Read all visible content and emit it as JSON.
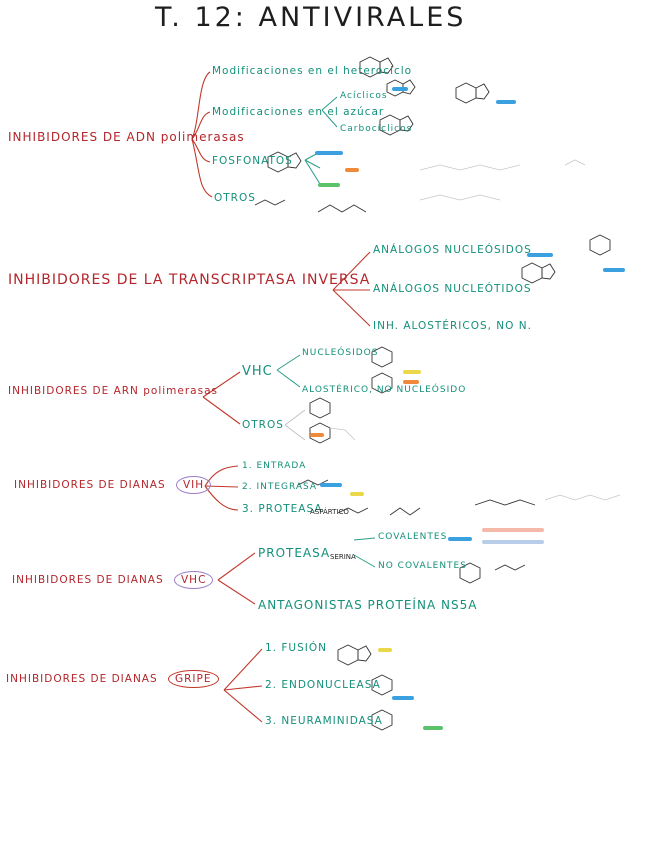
{
  "title": "T. 12: ANTIVIRALES",
  "sections": [
    {
      "heading": "INHIBIDORES DE ADN polimerasas",
      "branches": [
        {
          "label": "Modificaciones en el heterociclo"
        },
        {
          "label": "Modificaciones en el azúcar",
          "sub": [
            "Acíclicos",
            "Carbocíclicos"
          ]
        },
        {
          "label": "FOSFONATOS"
        },
        {
          "label": "OTROS"
        }
      ]
    },
    {
      "heading": "INHIBIDORES DE LA TRANSCRIPTASA INVERSA",
      "branches": [
        {
          "label": "ANÁLOGOS NUCLEÓSIDOS"
        },
        {
          "label": "ANÁLOGOS NUCLEÓTIDOS"
        },
        {
          "label": "INH. ALOSTÉRICOS, NO N."
        }
      ]
    },
    {
      "heading": "INHIBIDORES DE ARN polimerasas",
      "branches": [
        {
          "label": "VHC",
          "sub": [
            "NUCLEÓSIDOS",
            "ALOSTÉRICO, NO NUCLEÓSIDO"
          ]
        },
        {
          "label": "OTROS"
        }
      ]
    },
    {
      "heading": "INHIBIDORES DE DIANAS",
      "tag": "VIH",
      "branches": [
        {
          "label": "1. ENTRADA"
        },
        {
          "label": "2. INTEGRASA"
        },
        {
          "label": "3. PROTEASA",
          "note": "ASPÁRTICO"
        }
      ]
    },
    {
      "heading": "INHIBIDORES DE DIANAS",
      "tag": "VHC",
      "branches": [
        {
          "label": "PROTEASA",
          "note": "SERINA",
          "sub": [
            "COVALENTES",
            "NO COVALENTES"
          ]
        },
        {
          "label": "ANTAGONISTAS PROTEÍNA NS5A"
        }
      ]
    },
    {
      "heading": "INHIBIDORES DE DIANAS",
      "tag": "GRIPE",
      "branches": [
        {
          "label": "1. FUSIÓN"
        },
        {
          "label": "2. ENDONUCLEASA"
        },
        {
          "label": "3. NEURAMINIDASA"
        }
      ]
    }
  ],
  "colors": {
    "heading": "#b3262b",
    "branch": "#13907a",
    "connector": "#c0392b",
    "tag_circle": "#9b7cc9",
    "highlight_blue": "#3aa0e0",
    "highlight_yellow": "#e8d84a",
    "highlight_orange": "#f08a3a",
    "highlight_green": "#5cc36a"
  }
}
